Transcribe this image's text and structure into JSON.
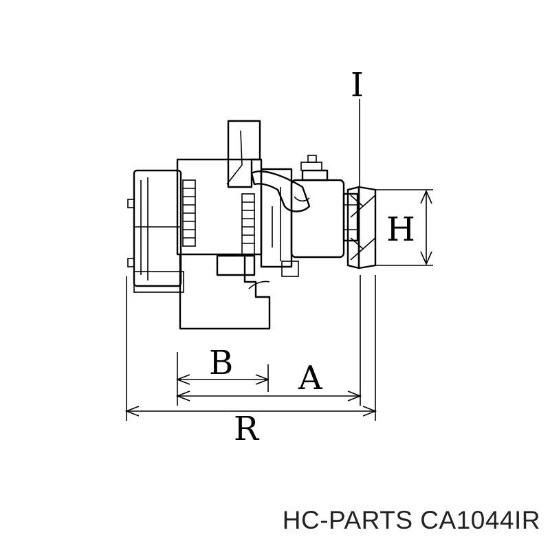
{
  "dimensions": {
    "i": "I",
    "h": "H",
    "b": "B",
    "a": "A",
    "r": "R"
  },
  "caption": "HC-PARTS CA1044IR"
}
